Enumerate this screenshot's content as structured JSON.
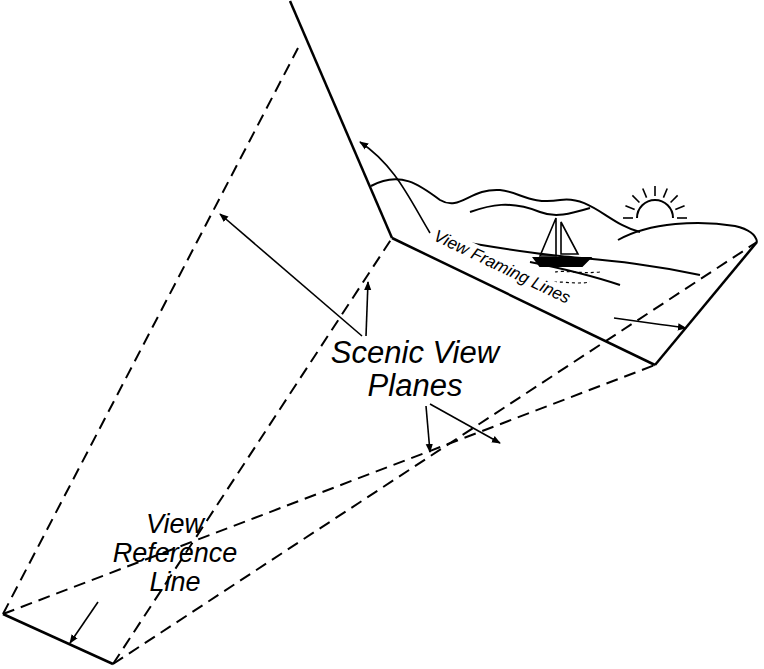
{
  "diagram": {
    "labels": [
      "View Framing Lines",
      "Scenic View Planes",
      "View Reference Line"
    ]
  }
}
